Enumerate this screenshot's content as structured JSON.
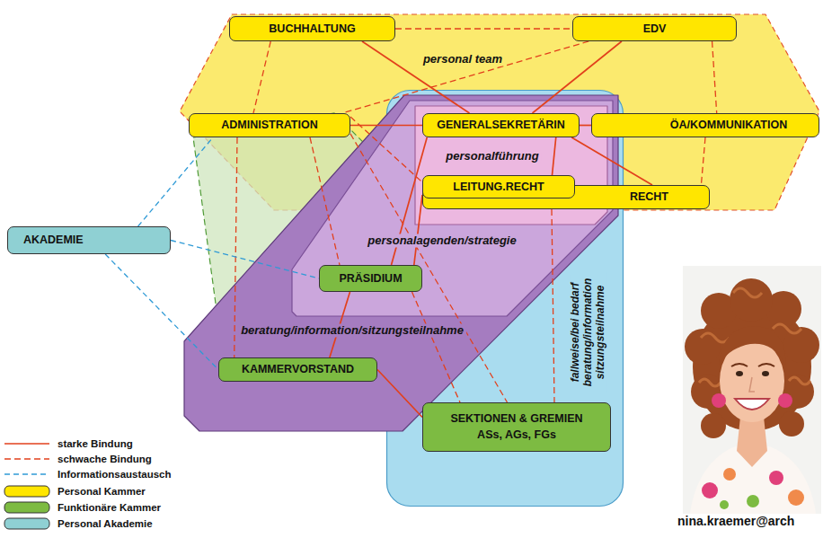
{
  "diagram": {
    "nodes": [
      {
        "text": [
          "personal team"
        ]
      },
      {
        "text": [
          "BUCHHALTUNG"
        ],
        "in": 0
      },
      {
        "text": [
          "EDV"
        ],
        "in": 0
      },
      {
        "text": [
          "ADMINISTRATION"
        ],
        "in": 0
      },
      {
        "text": [
          "ÖA/KOMMUNIKATION"
        ],
        "in": 0
      },
      {
        "text": [
          "RECHT"
        ],
        "in": 0
      },
      {
        "text": [
          "fallweise/bei bedarf beratung/information sitzungsteilnahme"
        ]
      },
      {
        "text": [
          "beratung/information/sitzungsteilnahme"
        ]
      },
      {
        "text": [
          "personalagenden/strategie"
        ],
        "in": 7
      },
      {
        "text": [
          "personalführung"
        ],
        "in": 8
      },
      {
        "text": [
          "GENERALSEKRETÄRIN"
        ],
        "in": 9
      },
      {
        "text": [
          "LEITUNG.RECHT"
        ],
        "in": 9
      },
      {
        "text": [
          "PRÄSIDIUM"
        ],
        "in": 8
      },
      {
        "text": [
          "KAMMERVORSTAND"
        ],
        "in": 7
      },
      {
        "text": [
          "SEKTIONEN & GREMIEN",
          "ASs, AGs, FGs"
        ],
        "in": 6
      },
      {
        "text": [
          "AKADEMIE"
        ]
      }
    ],
    "edges": [
      {
        "from": 1,
        "to": 2,
        "arrow": "none"
      },
      {
        "from": 1,
        "to": 3,
        "arrow": "none"
      },
      {
        "from": 1,
        "to": 10,
        "arrow": "none"
      },
      {
        "from": 2,
        "to": 10,
        "arrow": "none"
      },
      {
        "from": 2,
        "to": 4,
        "arrow": "none"
      },
      {
        "from": 2,
        "to": 3,
        "arrow": "none"
      },
      {
        "from": 3,
        "to": 10,
        "arrow": "none"
      },
      {
        "from": 10,
        "to": 4,
        "arrow": "none"
      },
      {
        "from": 10,
        "to": 11,
        "arrow": "none"
      },
      {
        "from": 10,
        "to": 5,
        "arrow": "none"
      },
      {
        "from": 4,
        "to": 5,
        "arrow": "none"
      },
      {
        "from": 10,
        "to": 12,
        "arrow": "none"
      },
      {
        "from": 11,
        "to": 12,
        "arrow": "none"
      },
      {
        "from": 3,
        "to": 11,
        "arrow": "none"
      },
      {
        "from": 3,
        "to": 12,
        "arrow": "none"
      },
      {
        "from": 3,
        "to": 13,
        "arrow": "none"
      },
      {
        "from": 3,
        "to": 14,
        "arrow": "none"
      },
      {
        "from": 5,
        "to": 14,
        "arrow": "none"
      },
      {
        "from": 12,
        "to": 13,
        "arrow": "none"
      },
      {
        "from": 12,
        "to": 14,
        "arrow": "none"
      },
      {
        "from": 13,
        "to": 14,
        "arrow": "none"
      },
      {
        "from": 15,
        "to": 3,
        "arrow": "none"
      },
      {
        "from": 15,
        "to": 12,
        "arrow": "none"
      },
      {
        "from": 15,
        "to": 13,
        "arrow": "none"
      }
    ],
    "labels": [
      "nina.kraemer@arch"
    ],
    "legend": [
      {
        "text": "starke Bindung"
      },
      {
        "text": "schwache Bindung"
      },
      {
        "text": "Informationsaustausch"
      },
      {
        "text": "Personal Kammer",
        "color": "#ffe600"
      },
      {
        "text": "Funktionäre Kammer",
        "color": "#7dbb42"
      },
      {
        "text": "Personal Akademie",
        "color": "#8fd0d3"
      }
    ]
  }
}
